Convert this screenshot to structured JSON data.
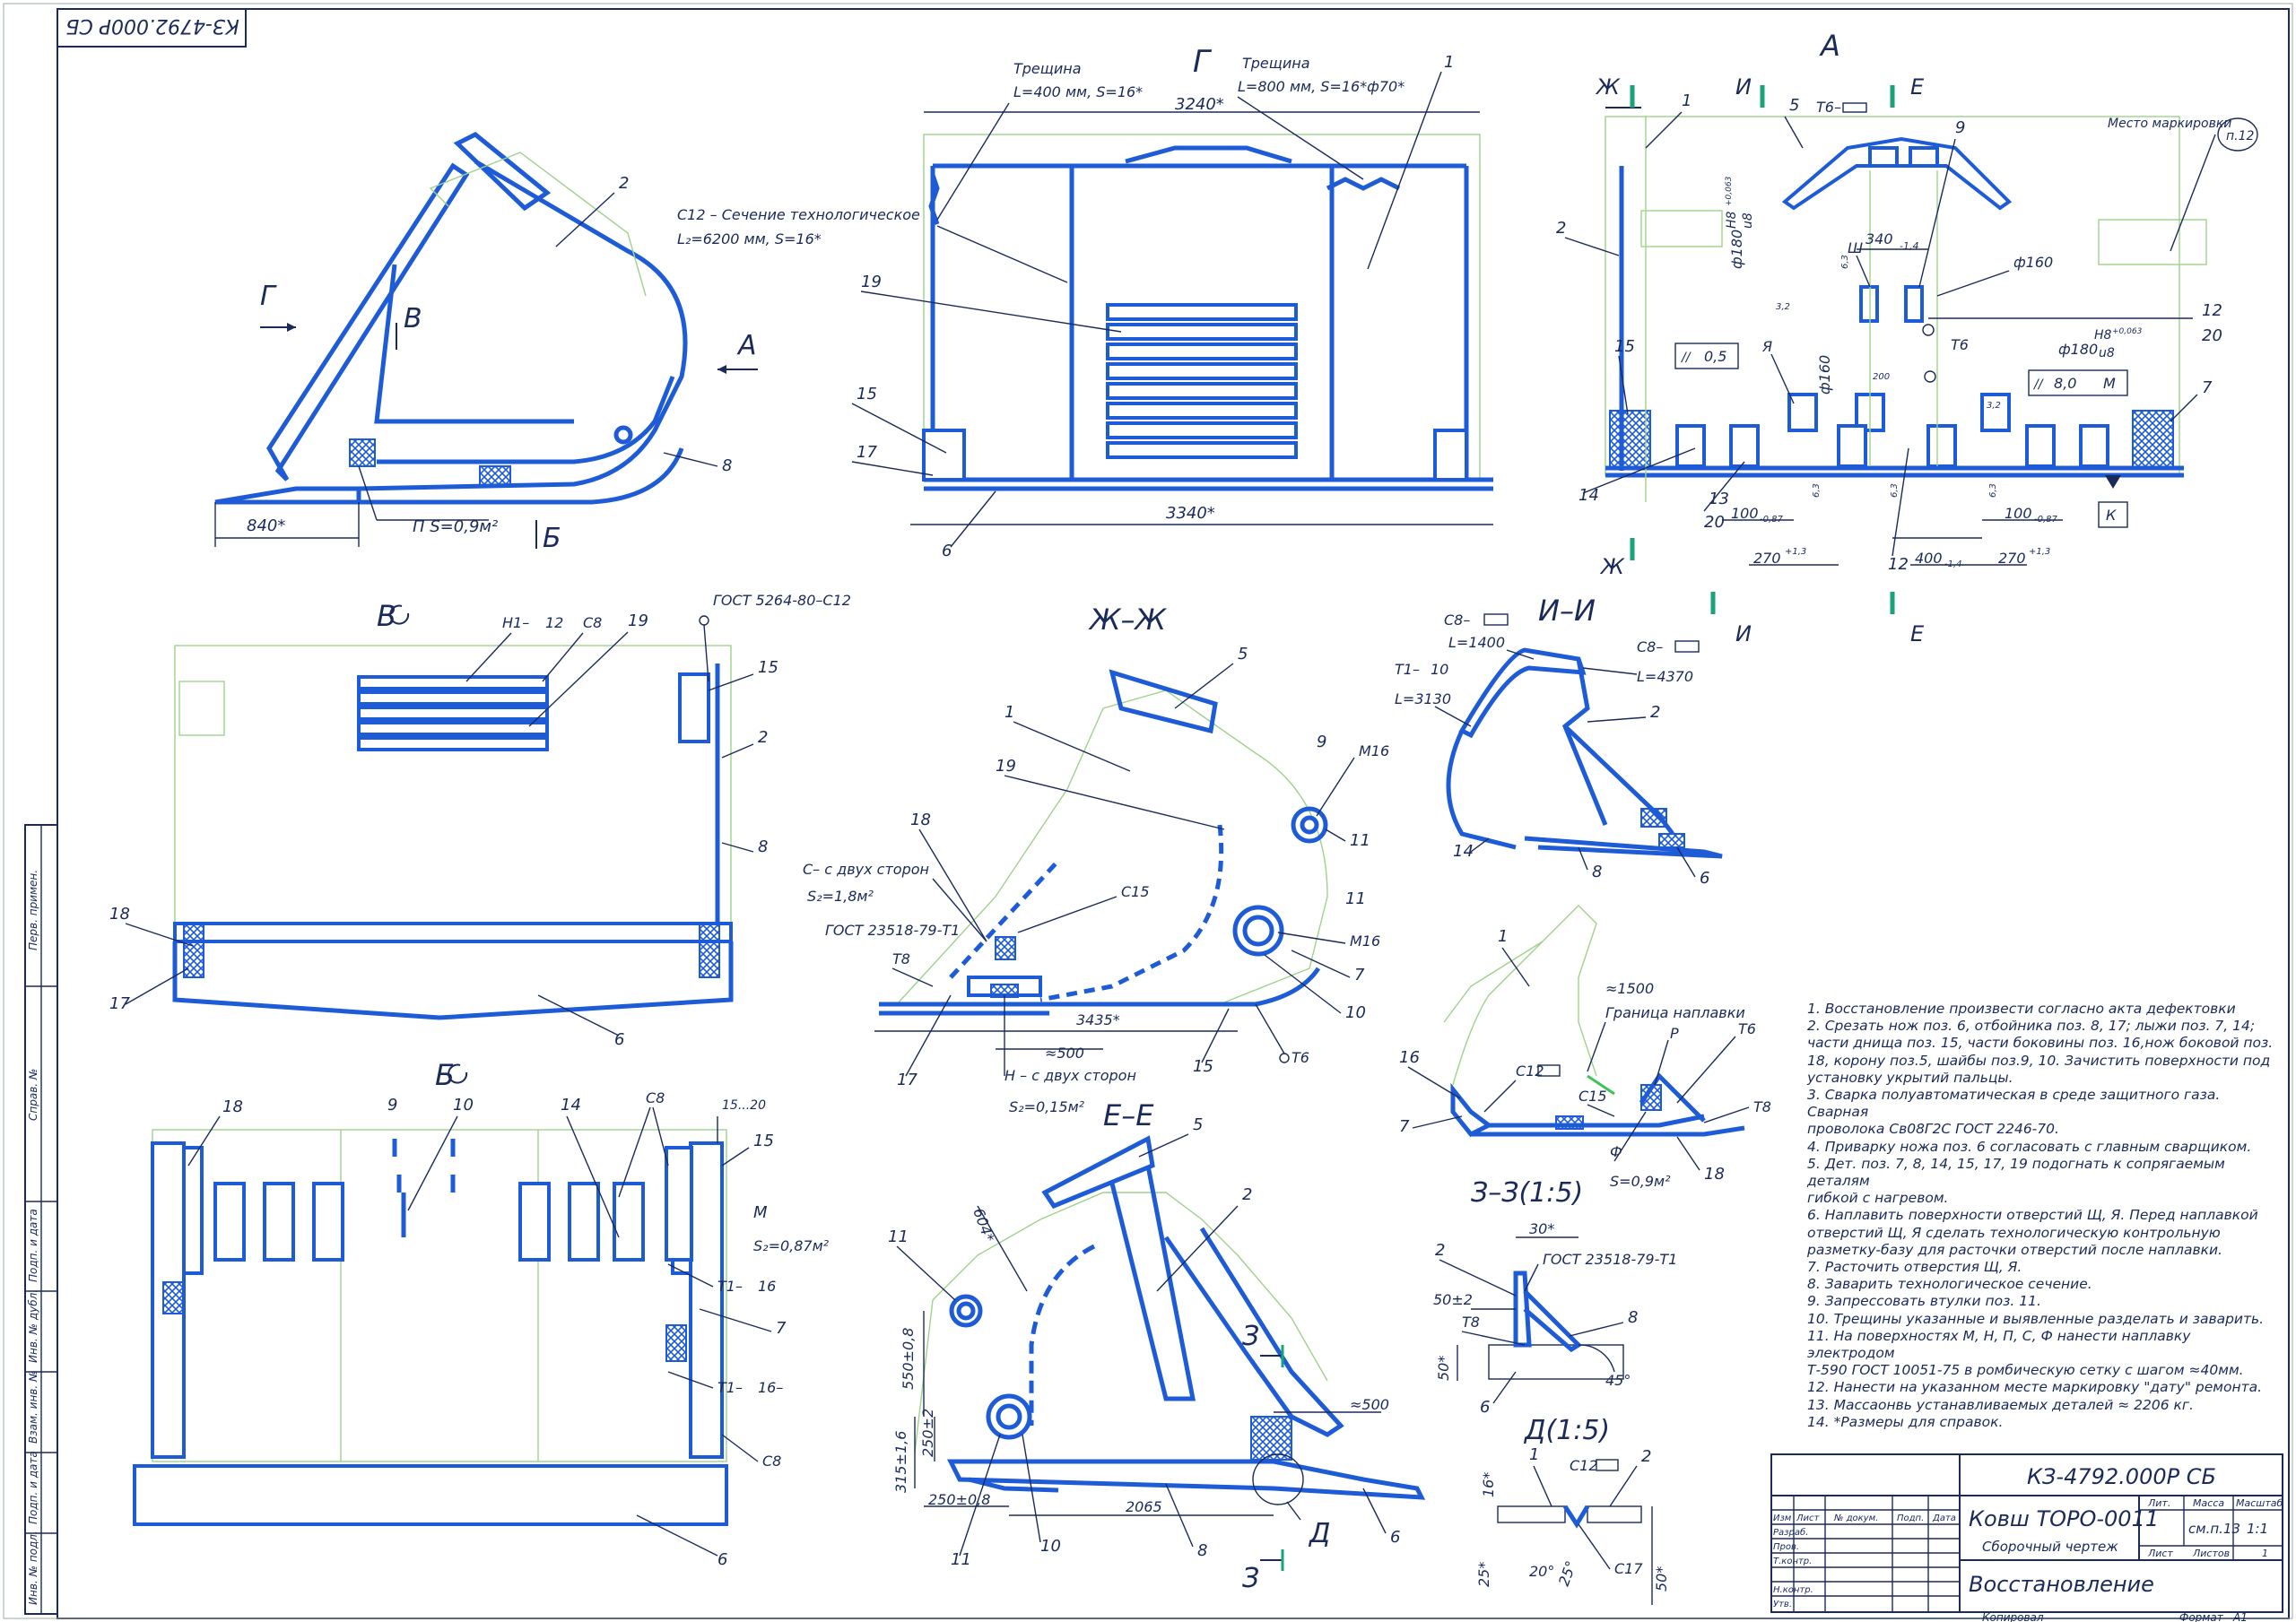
{
  "stamp": "КЗ-4792.000Р СБ",
  "views": {
    "top_left": {
      "label_g": "Г",
      "label_v": "В",
      "label_a": "А",
      "label_b": "Б",
      "dim_840": "840*",
      "area_p": "П  S=0,9м²",
      "pos_2": "2",
      "pos_8": "8"
    },
    "view_g": {
      "title": "Г",
      "crack1_title": "Трещина",
      "crack1_val": "L=400 мм, S=16*",
      "crack2_title": "Трещина",
      "crack2_val": "L=800 мм, S=16*ф70*",
      "section_note": "С12 – Сечение технологическое",
      "section_val": "L₂=6200 мм, S=16*",
      "dim_3240": "3240*",
      "dim_3340": "3340*",
      "pos": [
        "1",
        "19",
        "15",
        "17",
        "6"
      ]
    },
    "view_a": {
      "title": "А",
      "cut_zh": "Ж",
      "cut_i": "И",
      "cut_e": "Е",
      "t6": "Т6–",
      "place_mark": "Место маркировки",
      "p12": "п.12",
      "d160": "ф160",
      "d160b": "ф160",
      "d180a": "ф180",
      "h8a": "H8",
      "u8a": "u8",
      "tol_a": "+0,063",
      "d180b": "ф180",
      "h8b": "H8",
      "u8b": "u8",
      "tol_b": "+0,063",
      "dim_340": "340",
      "dim_340t": "-1,4",
      "sh": "Ш",
      "ya": "Я",
      "t6b": "Т6",
      "par05": "0,5",
      "par80": "8,0",
      "m": "М",
      "k": "К",
      "dim_100a": "100",
      "dim_100at": "-0,87",
      "dim_100b": "100",
      "dim_100bt": "-0,87",
      "dim_270a": "270",
      "dim_270at": "+1,3",
      "dim_270b": "270",
      "dim_270bt": "+1,3",
      "dim_400": "400",
      "dim_400t": "-1,4",
      "dim_200": "200",
      "r32a": "3,2",
      "r32b": "3,2",
      "r63a": "6,3",
      "r63b": "6,3",
      "r63c": "6,3",
      "r63d": "6,3",
      "pos": [
        "1",
        "5",
        "9",
        "2",
        "12",
        "20",
        "15",
        "14",
        "13",
        "20",
        "12",
        "7"
      ]
    },
    "view_v": {
      "title": "В",
      "h1": "Н1–",
      "h1v": "12",
      "c8": "С8",
      "gost": "ГОСТ 5264-80–С12",
      "pos": [
        "19",
        "15",
        "2",
        "8",
        "18",
        "17",
        "6"
      ]
    },
    "view_b": {
      "title": "Б",
      "c8": "С8",
      "dim_1520": "15...20",
      "m": "М",
      "s087": "S₂=0,87м²",
      "t1_16": "Т1–",
      "t1_16v": "16",
      "t1_16b": "Т1–",
      "t1_16bv": "16–",
      "c8b": "С8",
      "pos": [
        "18",
        "9",
        "10",
        "14",
        "15",
        "7",
        "6"
      ]
    },
    "view_zhzh": {
      "title": "Ж–Ж",
      "c_both": "С– с двух сторон",
      "s18": "S₂=1,8м²",
      "gost": "ГОСТ 23518-79-Т1",
      "t8": "Т8",
      "c15": "С15",
      "m16a": "М16",
      "m16b": "М16",
      "dim_3435": "3435*",
      "dim_500": "≈500",
      "h_both": "Н – с двух сторон",
      "s015": "S₂=0,15м²",
      "t6": "Т6",
      "pos": [
        "5",
        "1",
        "19",
        "9",
        "11",
        "11",
        "7",
        "10",
        "18",
        "17",
        "15"
      ]
    },
    "view_ii": {
      "title": "И–И",
      "c8a": "С8–",
      "l1400": "L=1400",
      "t1": "Т1–",
      "t1v": "10",
      "l3130": "L=3130",
      "c8b": "С8–",
      "l4370": "L=4370",
      "pos": [
        "2",
        "14",
        "8",
        "6"
      ]
    },
    "view_detail": {
      "approx": "≈1500",
      "border": "Граница наплавки",
      "c12": "С12",
      "c15": "С15",
      "p": "Р",
      "t6": "Т6",
      "t8": "Т8",
      "f": "Ф",
      "s09": "S=0,9м²",
      "pos": [
        "1",
        "16",
        "7",
        "18"
      ]
    },
    "view_ee": {
      "title": "Е–Е",
      "d604": "604*",
      "d550": "550±0,8",
      "d315": "315±1,6",
      "d250a": "250±2",
      "d250b": "250±0,8",
      "d2065": "2065",
      "d500": "≈500",
      "cut3": "З",
      "cut3b": "З",
      "d_label": "Д",
      "pos": [
        "5",
        "2",
        "11",
        "11",
        "10",
        "8",
        "6"
      ]
    },
    "view_33": {
      "title": "З–З(1:5)",
      "d30": "30*",
      "gost": "ГОСТ 23518-79-Т1",
      "d502": "50±2",
      "t8": "Т8",
      "d50": "50*",
      "d45": "45°",
      "pos": [
        "2",
        "8",
        "6"
      ]
    },
    "view_d": {
      "title": "Д(1:5)",
      "c12": "С12",
      "d16": "16*",
      "d20": "20°",
      "d25a": "25*",
      "d25b": "25°",
      "c17": "С17",
      "d50": "50*",
      "pos": [
        "1",
        "2"
      ]
    }
  },
  "notes": [
    "1. Восстановление произвести согласно акта дефектовки",
    "2. Срезать нож поз. 6, отбойника поз. 8, 17; лыжи поз. 7, 14;",
    "части днища поз. 15, части боковины поз. 16,нож боковой поз.",
    "18, корону поз.5, шайбы поз.9, 10. Зачистить поверхности под",
    "установку укрытий пальцы.",
    "3. Сварка полуавтоматическая в среде защитного газа. Сварная",
    "проволока Св08Г2С ГОСТ 2246-70.",
    "4. Приварку ножа поз. 6 согласовать с главным сварщиком.",
    "5. Дет. поз. 7, 8, 14, 15, 17, 19 подогнать к сопрягаемым деталям",
    "гибкой с нагревом.",
    "6. Наплавить поверхности отверстий Щ, Я. Перед наплавкой",
    "отверстий Щ, Я сделать технологическую контрольную",
    "разметку-базу для расточки отверстий после наплавки.",
    "7. Расточить отверстия Щ, Я.",
    "8. Заварить технологическое сечение.",
    "9. Запрессовать втулки поз. 11.",
    "10. Трещины указанные и выявленные разделать и заварить.",
    "11. На поверхностях М, Н, П, С, Ф нанести наплавку электродом",
    "Т-590 ГОСТ 10051-75 в ромбическую сетку с шагом ≈40мм.",
    "12. Нанести на указанном месте маркировку \"дату\" ремонта.",
    "13. Массаонвь устанавливаемых деталей ≈ 2206 кг.",
    "14. *Размеры для справок."
  ],
  "title_block": {
    "code": "КЗ-4792.000Р СБ",
    "name": "Ковш ТОРО-0011",
    "subtitle": "Сборочный чертеж",
    "work": "Восстановление",
    "lit": "Лит.",
    "mass": "Масса",
    "scale": "Масштаб",
    "mass_val": "см.п.13",
    "scale_val": "1:1",
    "sheet": "Лист",
    "sheets": "Листов",
    "sheets_val": "1",
    "col_izm": "Изм",
    "col_list": "Лист",
    "col_doc": "№ докум.",
    "col_sign": "Подп.",
    "col_date": "Дата",
    "razrab": "Разраб.",
    "prov": "Пров.",
    "tkontr": "Т.контр.",
    "nkontr": "Н.контр.",
    "utv": "Утв.",
    "copied": "Копировал",
    "format": "Формат",
    "format_val": "А1"
  },
  "side_stamp": [
    "Перв. примен.",
    "Справ. №",
    "Подп. и дата",
    "Инв. № дубл.",
    "Взам. инв. №",
    "Подп. и дата",
    "Инв. № подл."
  ]
}
